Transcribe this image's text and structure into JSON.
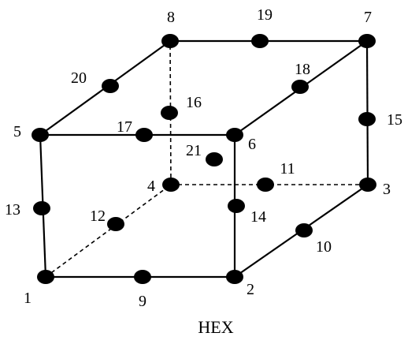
{
  "caption": "HEX",
  "nodes": [
    {
      "id": "1",
      "label": "1"
    },
    {
      "id": "2",
      "label": "2"
    },
    {
      "id": "3",
      "label": "3"
    },
    {
      "id": "4",
      "label": "4"
    },
    {
      "id": "5",
      "label": "5"
    },
    {
      "id": "6",
      "label": "6"
    },
    {
      "id": "7",
      "label": "7"
    },
    {
      "id": "8",
      "label": "8"
    },
    {
      "id": "9",
      "label": "9"
    },
    {
      "id": "10",
      "label": "10"
    },
    {
      "id": "11",
      "label": "11"
    },
    {
      "id": "12",
      "label": "12"
    },
    {
      "id": "13",
      "label": "13"
    },
    {
      "id": "14",
      "label": "14"
    },
    {
      "id": "15",
      "label": "15"
    },
    {
      "id": "16",
      "label": "16"
    },
    {
      "id": "17",
      "label": "17"
    },
    {
      "id": "18",
      "label": "18"
    },
    {
      "id": "19",
      "label": "19"
    },
    {
      "id": "20",
      "label": "20"
    },
    {
      "id": "21",
      "label": "21"
    }
  ]
}
